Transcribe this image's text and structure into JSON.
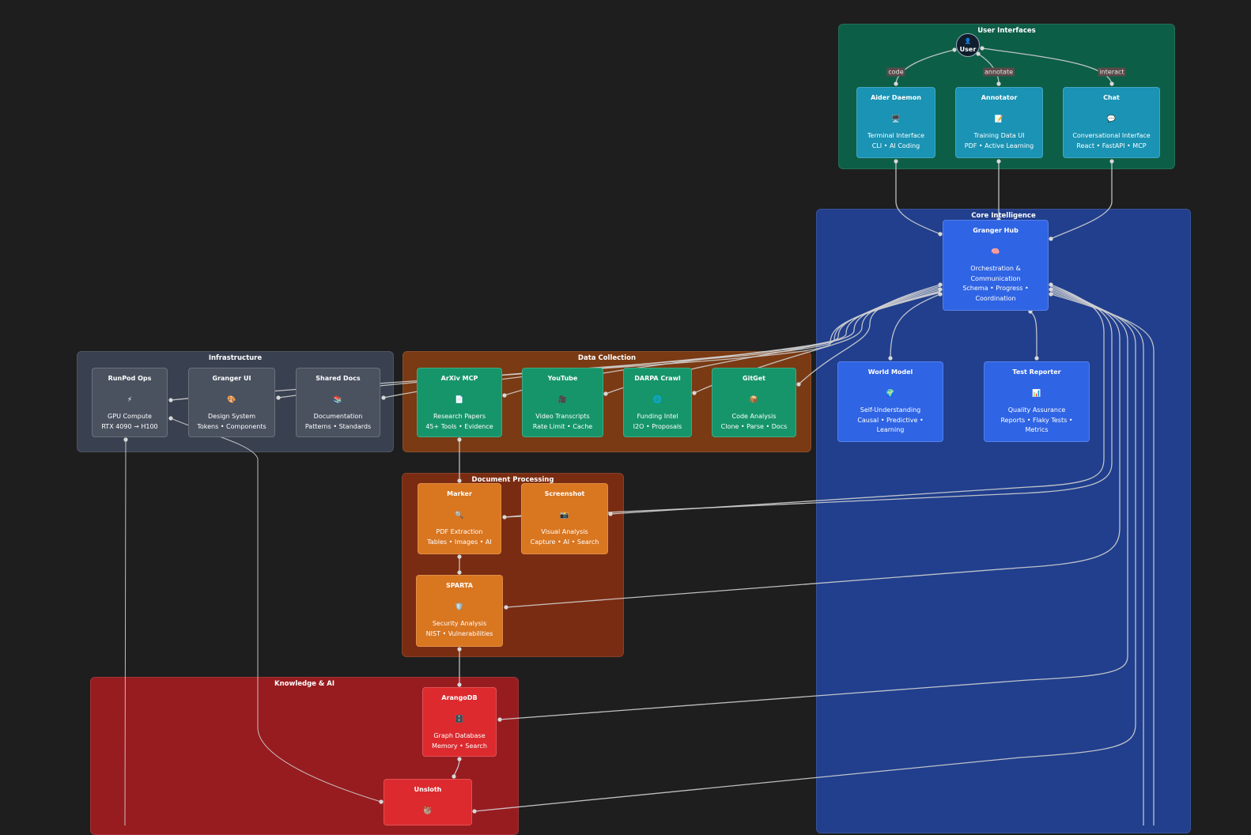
{
  "colors": {
    "background": "#1e1e1e",
    "user_interfaces_group": "#0d5e46",
    "core_group": "#213f8d",
    "infrastructure_group": "#394150",
    "data_collection_group": "#7a3a13",
    "document_processing_group": "#7a2c12",
    "knowledge_group": "#971c20",
    "edge": "#d0d0d0"
  },
  "groups": {
    "user_interfaces": "User Interfaces",
    "core": "Core Intelligence",
    "infrastructure": "Infrastructure",
    "data_collection": "Data Collection",
    "document_processing": "Document Processing",
    "knowledge": "Knowledge & AI"
  },
  "user": {
    "label": "User",
    "icon": "👤"
  },
  "edge_labels": {
    "code": "code",
    "annotate": "annotate",
    "interact": "interact"
  },
  "nodes": {
    "aider": {
      "title": "Aider Daemon",
      "icon": "🖥️",
      "desc": "Terminal Interface",
      "sub": "CLI • AI Coding"
    },
    "annotator": {
      "title": "Annotator",
      "icon": "📝",
      "desc": "Training Data UI",
      "sub": "PDF • Active Learning"
    },
    "chat": {
      "title": "Chat",
      "icon": "💬",
      "desc": "Conversational Interface",
      "sub": "React • FastAPI • MCP"
    },
    "hub": {
      "title": "Granger Hub",
      "icon": "🧠",
      "desc": "Orchestration & Communication",
      "sub": "Schema • Progress • Coordination"
    },
    "world_model": {
      "title": "World Model",
      "icon": "🌍",
      "desc": "Self-Understanding",
      "sub": "Causal • Predictive • Learning"
    },
    "test_reporter": {
      "title": "Test Reporter",
      "icon": "📊",
      "desc": "Quality Assurance",
      "sub": "Reports • Flaky Tests • Metrics"
    },
    "runpod": {
      "title": "RunPod Ops",
      "icon": "⚡",
      "desc": "GPU Compute",
      "sub": "RTX 4090 → H100"
    },
    "granger_ui": {
      "title": "Granger UI",
      "icon": "🎨",
      "desc": "Design System",
      "sub": "Tokens • Components"
    },
    "shared_docs": {
      "title": "Shared Docs",
      "icon": "📚",
      "desc": "Documentation",
      "sub": "Patterns • Standards"
    },
    "arxiv": {
      "title": "ArXiv MCP",
      "icon": "📄",
      "desc": "Research Papers",
      "sub": "45+ Tools • Evidence"
    },
    "youtube": {
      "title": "YouTube",
      "icon": "🎥",
      "desc": "Video Transcripts",
      "sub": "Rate Limit • Cache"
    },
    "darpa": {
      "title": "DARPA Crawl",
      "icon": "🌐",
      "desc": "Funding Intel",
      "sub": "I2O • Proposals"
    },
    "gitget": {
      "title": "GitGet",
      "icon": "📦",
      "desc": "Code Analysis",
      "sub": "Clone • Parse • Docs"
    },
    "marker": {
      "title": "Marker",
      "icon": "🔍",
      "desc": "PDF Extraction",
      "sub": "Tables • Images • AI"
    },
    "screenshot": {
      "title": "Screenshot",
      "icon": "📸",
      "desc": "Visual Analysis",
      "sub": "Capture • AI • Search"
    },
    "sparta": {
      "title": "SPARTA",
      "icon": "🛡️",
      "desc": "Security Analysis",
      "sub": "NIST • Vulnerabilities"
    },
    "arangodb": {
      "title": "ArangoDB",
      "icon": "🗄️",
      "desc": "Graph Database",
      "sub": "Memory • Search"
    },
    "unsloth": {
      "title": "Unsloth",
      "icon": "🦥",
      "desc": "",
      "sub": ""
    }
  }
}
